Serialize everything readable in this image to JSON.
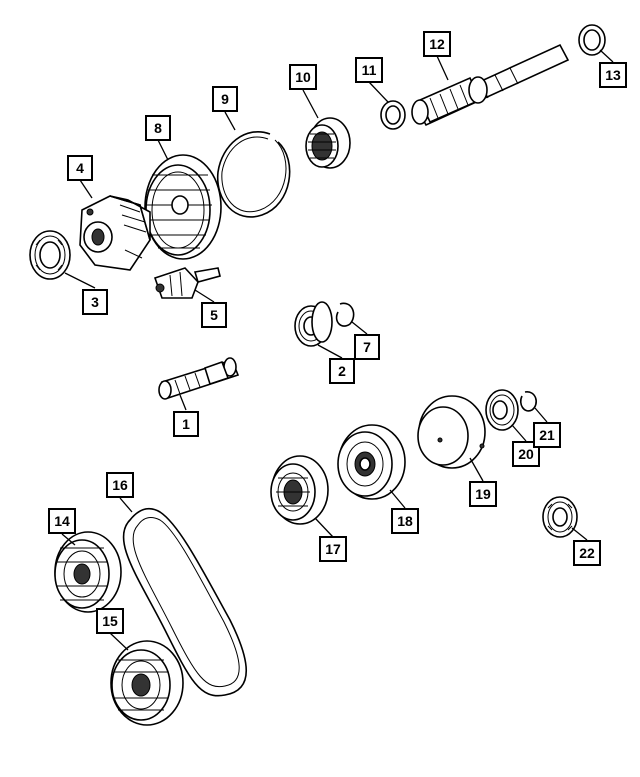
{
  "diagram": {
    "callouts": [
      {
        "id": "1",
        "label": "1"
      },
      {
        "id": "2",
        "label": "2"
      },
      {
        "id": "3",
        "label": "3"
      },
      {
        "id": "4",
        "label": "4"
      },
      {
        "id": "5",
        "label": "5"
      },
      {
        "id": "7",
        "label": "7"
      },
      {
        "id": "8",
        "label": "8"
      },
      {
        "id": "9",
        "label": "9"
      },
      {
        "id": "10",
        "label": "10"
      },
      {
        "id": "11",
        "label": "11"
      },
      {
        "id": "12",
        "label": "12"
      },
      {
        "id": "13",
        "label": "13"
      },
      {
        "id": "14",
        "label": "14"
      },
      {
        "id": "15",
        "label": "15"
      },
      {
        "id": "16",
        "label": "16"
      },
      {
        "id": "17",
        "label": "17"
      },
      {
        "id": "18",
        "label": "18"
      },
      {
        "id": "19",
        "label": "19"
      },
      {
        "id": "20",
        "label": "20"
      },
      {
        "id": "21",
        "label": "21"
      },
      {
        "id": "22",
        "label": "22"
      }
    ]
  }
}
